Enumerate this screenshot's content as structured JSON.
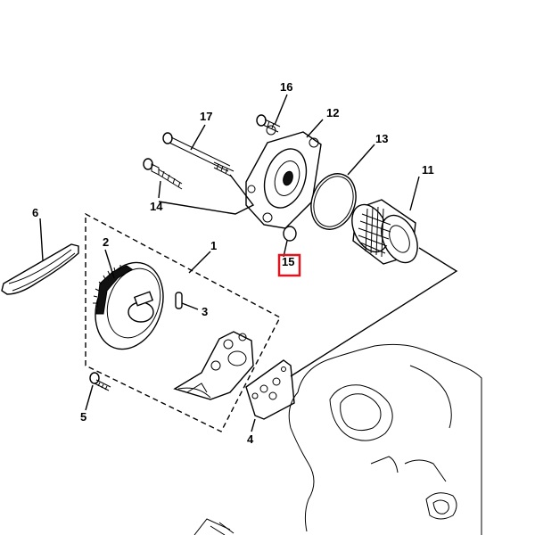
{
  "callouts": {
    "c1": "1",
    "c2": "2",
    "c3": "3",
    "c4": "4",
    "c5": "5",
    "c6": "6",
    "c11": "11",
    "c12": "12",
    "c13": "13",
    "c14": "14",
    "c15": "15",
    "c16": "16",
    "c17": "17"
  },
  "highlight": {
    "part": "15",
    "color": "#e0141e"
  }
}
